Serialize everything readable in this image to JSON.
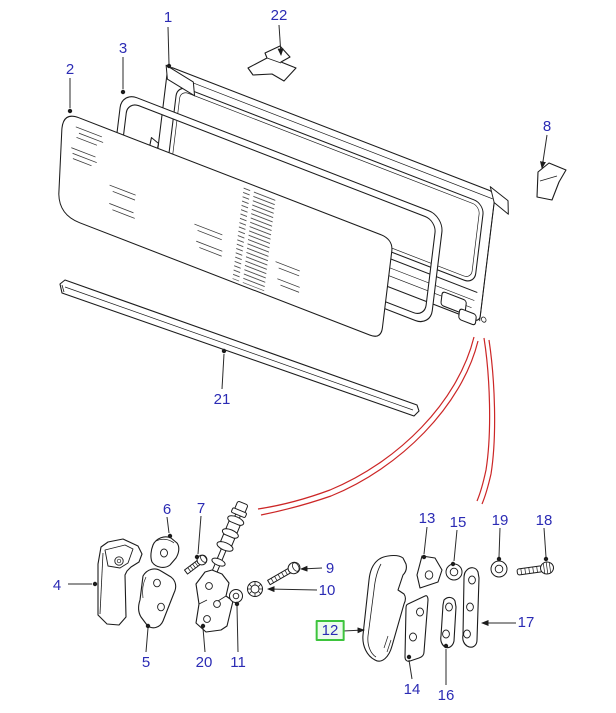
{
  "diagram": {
    "type": "exploded-parts-view",
    "callout_count": 22,
    "highlighted_callout": "12"
  },
  "labels": {
    "c1": "1",
    "c2": "2",
    "c3": "3",
    "c4": "4",
    "c5": "5",
    "c6": "6",
    "c7": "7",
    "c8": "8",
    "c9": "9",
    "c10": "10",
    "c11": "11",
    "c12": "12",
    "c13": "13",
    "c14": "14",
    "c15": "15",
    "c16": "16",
    "c17": "17",
    "c18": "18",
    "c19": "19",
    "c20": "20",
    "c21": "21",
    "c22": "22"
  },
  "colors": {
    "background": "#ffffff",
    "line_art": "#1c1c1c",
    "callout_text": "#2b2bb4",
    "leader_line": "#2a2a2a",
    "connector_curve": "#cc2626",
    "highlight_border": "#3dc43d",
    "highlight_fill": "#edfbed"
  }
}
